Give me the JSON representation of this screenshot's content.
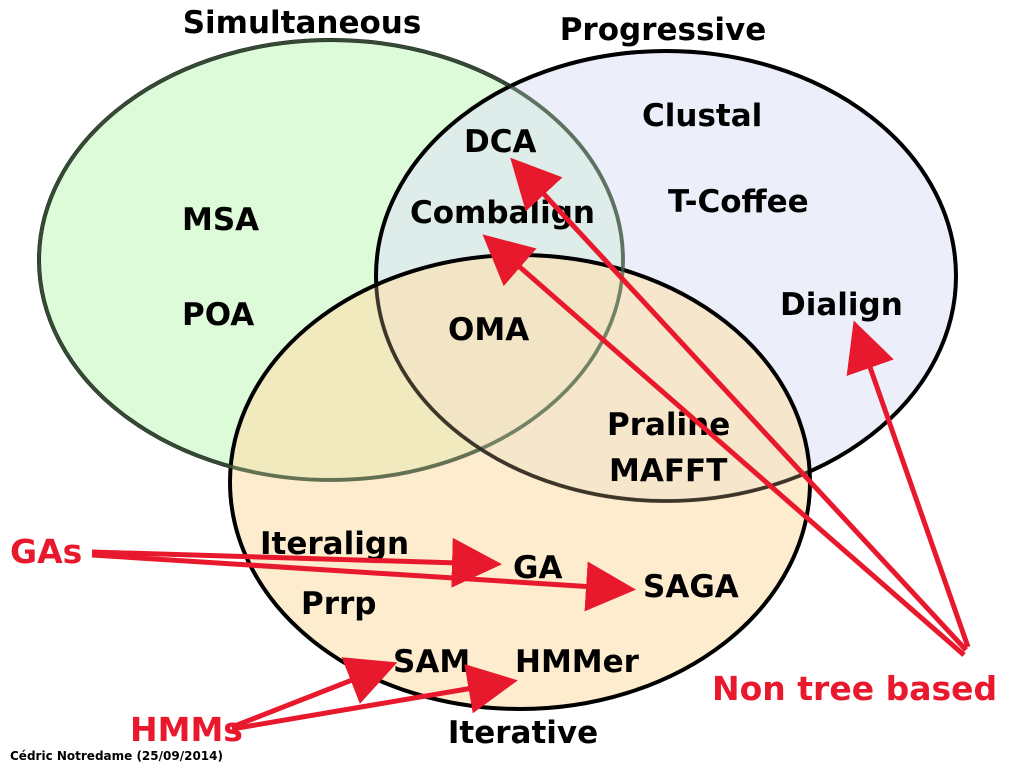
{
  "colors": {
    "simultaneous_fill": "#d9fbd4",
    "progressive_fill": "#dfe4f7",
    "iterative_fill": "#fee0ae",
    "outline": "#000000",
    "arrow": "#e8192c",
    "label_text": "#000000",
    "callout_text": "#e8192c"
  },
  "sets": {
    "simultaneous": "Simultaneous",
    "progressive": "Progressive",
    "iterative": "Iterative"
  },
  "methods": {
    "msa": "MSA",
    "poa": "POA",
    "dca": "DCA",
    "combalign": "Combalign",
    "oma": "OMA",
    "clustal": "Clustal",
    "tcoffee": "T-Coffee",
    "dialign": "Dialign",
    "praline": "Praline",
    "mafft": "MAFFT",
    "iteralign": "Iteralign",
    "ga": "GA",
    "saga": "SAGA",
    "prrp": "Prrp",
    "sam": "SAM",
    "hmmer": "HMMer"
  },
  "callouts": {
    "gas": "GAs",
    "hmms": "HMMs",
    "non_tree_based": "Non tree based"
  },
  "credit": "Cédric Notredame (25/09/2014)"
}
